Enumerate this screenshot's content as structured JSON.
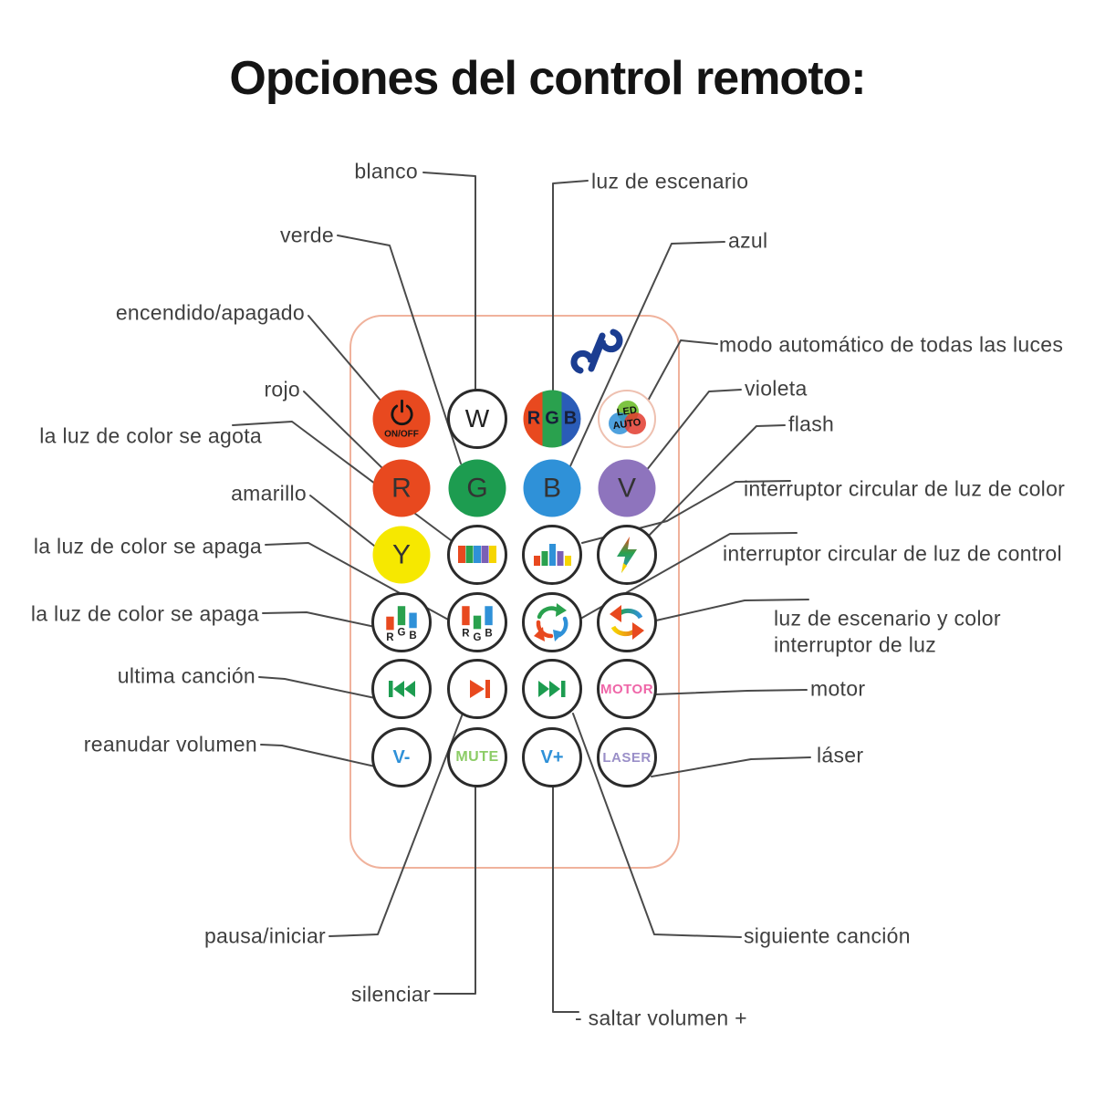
{
  "title": "Opciones del control remoto:",
  "callouts": {
    "left": [
      {
        "text": "blanco"
      },
      {
        "text": "verde"
      },
      {
        "text": "encendido/apagado"
      },
      {
        "text": "rojo"
      },
      {
        "text": "la luz de color se agota"
      },
      {
        "text": "amarillo"
      },
      {
        "text": "la luz de color se apaga"
      },
      {
        "text": "la luz de color se apaga"
      },
      {
        "text": "ultima canción"
      },
      {
        "text": "reanudar volumen"
      },
      {
        "text": "pausa/iniciar"
      },
      {
        "text": "silenciar"
      }
    ],
    "right": [
      {
        "text": "luz de escenario"
      },
      {
        "text": "azul"
      },
      {
        "text": "modo automático de todas las luces"
      },
      {
        "text": "violeta"
      },
      {
        "text": "flash"
      },
      {
        "text": "interruptor circular de luz de color"
      },
      {
        "text": "interruptor circular de luz de control"
      },
      {
        "text": "luz de escenario y color"
      },
      {
        "text": "interruptor de luz"
      },
      {
        "text": "motor"
      },
      {
        "text": "láser"
      },
      {
        "text": "siguiente canción"
      },
      {
        "text": "- saltar volumen +"
      }
    ]
  },
  "buttons": {
    "power": {
      "label": "ON/OFF",
      "color": "#e8491f",
      "icon": "power-icon"
    },
    "white": {
      "label": "W",
      "color": "#ffffff"
    },
    "rgb": {
      "label": "RGB",
      "stripe_colors": [
        "#e8491f",
        "#2aa14e",
        "#2a5cb8"
      ]
    },
    "led_auto": {
      "line1": "LED",
      "line2": "AUTO"
    },
    "red": {
      "label": "R",
      "color": "#e8491f"
    },
    "green": {
      "label": "G",
      "color": "#1d9c50"
    },
    "blue": {
      "label": "B",
      "color": "#2f91d8"
    },
    "violet": {
      "label": "V",
      "color": "#8e74bd"
    },
    "yellow": {
      "label": "Y",
      "color": "#f6e800"
    },
    "color_bars": {
      "icon": "color-bars-icon",
      "bar_colors": [
        "#e8491f",
        "#2aa14e",
        "#2f91d8",
        "#7a5fb5",
        "#f6d500"
      ]
    },
    "equalizer": {
      "icon": "equalizer-bars-icon",
      "bar_colors": [
        "#e8491f",
        "#2aa14e",
        "#2f91d8",
        "#7a5fb5",
        "#f6d500"
      ]
    },
    "flash": {
      "icon": "flash-icon"
    },
    "rgb_bars_1": {
      "r": "R",
      "g": "G",
      "b": "B"
    },
    "rgb_bars_2": {
      "r": "R",
      "g": "G",
      "b": "B"
    },
    "cycle_color": {
      "icon": "cycle-arrows-icon"
    },
    "cycle_control": {
      "icon": "cycle-arrows-icon"
    },
    "prev": {
      "icon": "previous-track-icon"
    },
    "play_pause": {
      "icon": "play-pause-icon"
    },
    "next": {
      "icon": "next-track-icon"
    },
    "motor": {
      "label": "MOTOR",
      "color": "#ef66a8"
    },
    "vol_down": {
      "label": "V-",
      "color": "#2f91d8"
    },
    "mute": {
      "label": "MUTE",
      "color": "#8ccc66"
    },
    "vol_up": {
      "label": "V+",
      "color": "#2f91d8"
    },
    "laser": {
      "label": "LASER",
      "color": "#9a8fc8"
    }
  },
  "colors": {
    "remote_outline": "#f0b29c",
    "callout_line": "#4a4a4a",
    "logo_blue": "#1b3d91",
    "title_text": "#141414",
    "label_text": "#3f3f3f"
  }
}
